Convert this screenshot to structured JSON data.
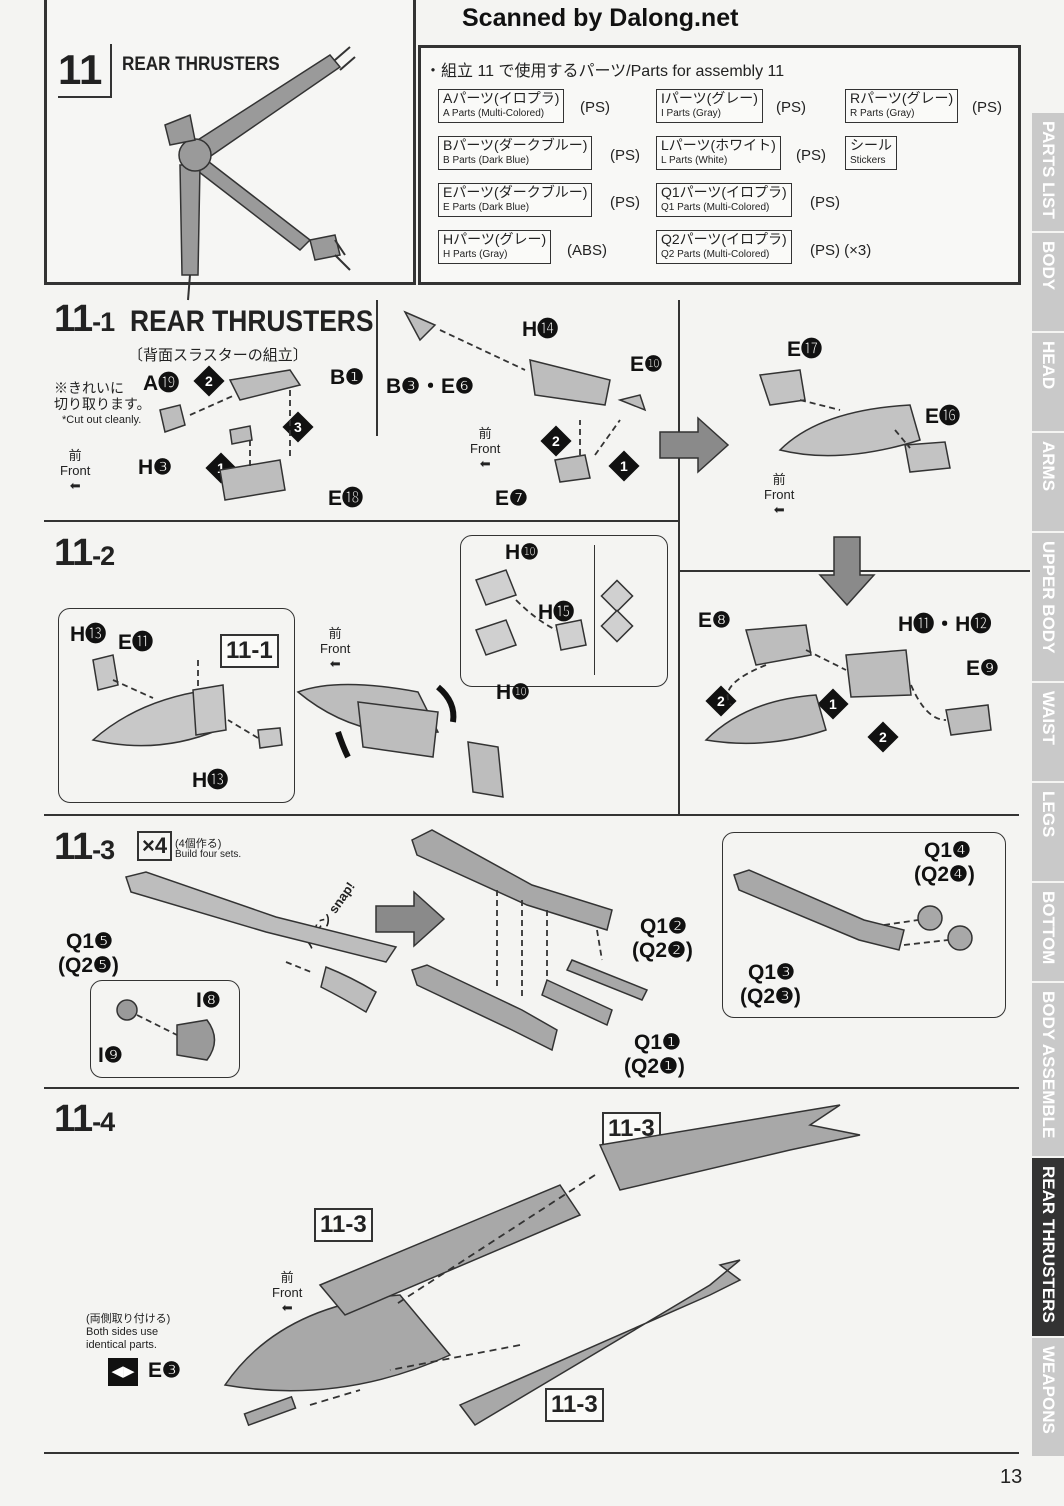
{
  "watermark": "Scanned by Dalong.net",
  "step": {
    "number": "11",
    "title": "REAR THRUSTERS"
  },
  "parts_header": "・組立 11 で使用するパーツ/Parts for assembly 11",
  "parts": [
    {
      "jp": "Aパーツ(イロプラ)",
      "en": "A Parts (Multi-Colored)",
      "mat": "(PS)"
    },
    {
      "jp": "Iパーツ(グレー)",
      "en": "I Parts (Gray)",
      "mat": "(PS)"
    },
    {
      "jp": "Rパーツ(グレー)",
      "en": "R Parts (Gray)",
      "mat": "(PS)"
    },
    {
      "jp": "Bパーツ(ダークブルー)",
      "en": "B Parts (Dark Blue)",
      "mat": "(PS)"
    },
    {
      "jp": "Lパーツ(ホワイト)",
      "en": "L Parts (White)",
      "mat": "(PS)"
    },
    {
      "jp": "シール",
      "en": "Stickers",
      "mat": ""
    },
    {
      "jp": "Eパーツ(ダークブルー)",
      "en": "E Parts (Dark Blue)",
      "mat": "(PS)"
    },
    {
      "jp": "Q1パーツ(イロプラ)",
      "en": "Q1 Parts (Multi-Colored)",
      "mat": "(PS)"
    },
    {
      "jp": "Hパーツ(グレー)",
      "en": "H Parts (Gray)",
      "mat": "(ABS)"
    },
    {
      "jp": "Q2パーツ(イロプラ)",
      "en": "Q2 Parts (Multi-Colored)",
      "mat": "(PS) (×3)"
    }
  ],
  "s11_1": {
    "num": "11",
    "sub": "-1",
    "title": "REAR THRUSTERS",
    "jp_title": "〔背面スラスターの組立〕",
    "cut_note_jp": "※きれいに\n切り取ります。",
    "cut_note_en": "*Cut out cleanly.",
    "labels": [
      "A⓳",
      "B❶",
      "H❸",
      "E⓲",
      "H⓮",
      "B❸・E❻",
      "E❿",
      "E❼",
      "E⓱",
      "E⓰"
    ],
    "front_jp": "前",
    "front_en": "Front"
  },
  "s11_2": {
    "num": "11",
    "sub": "-2",
    "ref": "11-1",
    "labels": [
      "H⓭",
      "E⓫",
      "H⓭",
      "H❿",
      "H⓯",
      "H❿",
      "E❽",
      "H⓫・H⓬",
      "E❾"
    ]
  },
  "s11_3": {
    "num": "11",
    "sub": "-3",
    "mult": "×4",
    "mult_jp": "(4個作る)",
    "mult_en": "Build four sets.",
    "snap": "パチン snap!",
    "labels": [
      "Q1❺",
      "(Q2❺)",
      "I❽",
      "I❾",
      "Q1❷",
      "(Q2❷)",
      "Q1❶",
      "(Q2❶)",
      "Q1❹",
      "(Q2❹)",
      "Q1❸",
      "(Q2❸)"
    ]
  },
  "s11_4": {
    "num": "11",
    "sub": "-4",
    "ref": "11-3",
    "both_jp": "(両側取り付ける)",
    "both_en": "Both sides use\nidentical parts.",
    "e3": "E❸"
  },
  "tabs": [
    "PARTS LIST",
    "BODY",
    "HEAD",
    "ARMS",
    "UPPER BODY",
    "WAIST",
    "LEGS",
    "BOTTOM",
    "BODY ASSEMBLE",
    "REAR THRUSTERS",
    "WEAPONS"
  ],
  "active_tab": "REAR THRUSTERS",
  "page_number": "13"
}
